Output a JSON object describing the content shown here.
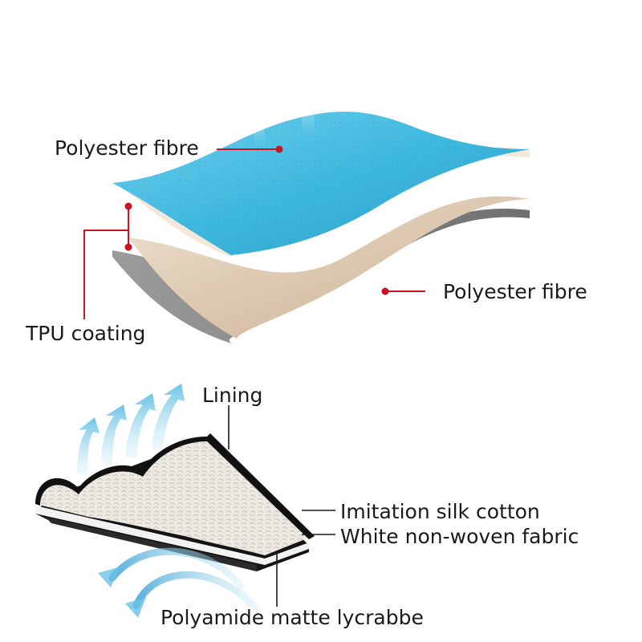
{
  "top_diagram": {
    "label_top_left": "Polyester fibre",
    "label_right": "Polyester fibre",
    "label_left": "TPU coating"
  },
  "bottom_diagram": {
    "label_lining": "Lining",
    "label_silk": "Imitation silk cotton",
    "label_nonwoven": "White non-woven fabric",
    "label_bottom": "Polyamide matte lycrabbe"
  },
  "colors": {
    "top_fabric": "#3fb8de",
    "coating": "#f4e8da",
    "middle_layer": "#d9c3aa",
    "base_layer": "#8f8f8f",
    "leader_line": "#cc1122",
    "arrow_blue": "#8fd2ec",
    "padding_white": "#e8e4de",
    "lining_black": "#111111"
  }
}
